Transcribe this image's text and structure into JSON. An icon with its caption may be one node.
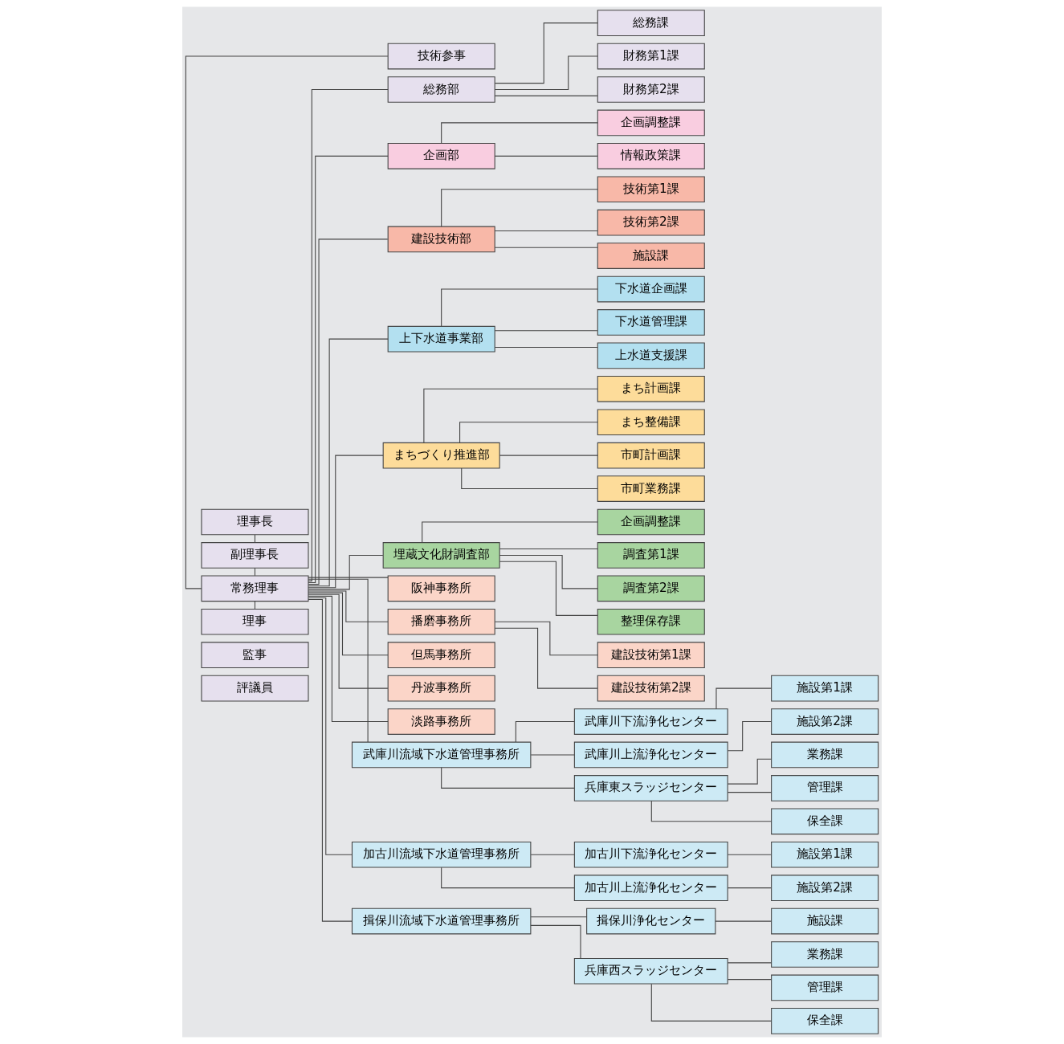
{
  "diagram": {
    "nodes": [
      {
        "text": [
          "評議員"
        ]
      },
      {
        "text": [
          "理事長"
        ]
      },
      {
        "text": [
          "副理事長"
        ]
      },
      {
        "text": [
          "常務理事"
        ]
      },
      {
        "text": [
          "理事"
        ]
      },
      {
        "text": [
          "監事"
        ]
      },
      {
        "text": [
          "技術参事"
        ]
      },
      {
        "text": [
          "総務部"
        ]
      },
      {
        "text": [
          "総務課"
        ]
      },
      {
        "text": [
          "財務第1課"
        ]
      },
      {
        "text": [
          "財務第2課"
        ]
      },
      {
        "text": [
          "企画部"
        ]
      },
      {
        "text": [
          "企画調整課"
        ]
      },
      {
        "text": [
          "情報政策課"
        ]
      },
      {
        "text": [
          "建設技術部"
        ]
      },
      {
        "text": [
          "技術第1課"
        ]
      },
      {
        "text": [
          "技術第2課"
        ]
      },
      {
        "text": [
          "施設課"
        ]
      },
      {
        "text": [
          "上下水道事業部"
        ]
      },
      {
        "text": [
          "下水道企画課"
        ]
      },
      {
        "text": [
          "下水道管理課"
        ]
      },
      {
        "text": [
          "上水道支援課"
        ]
      },
      {
        "text": [
          "まちづくり推進部"
        ]
      },
      {
        "text": [
          "まち計画課"
        ]
      },
      {
        "text": [
          "まち整備課"
        ]
      },
      {
        "text": [
          "市町計画課"
        ]
      },
      {
        "text": [
          "市町業務課"
        ]
      },
      {
        "text": [
          "埋蔵文化財調査部"
        ]
      },
      {
        "text": [
          "企画調整課"
        ]
      },
      {
        "text": [
          "調査第1課"
        ]
      },
      {
        "text": [
          "調査第2課"
        ]
      },
      {
        "text": [
          "整理保存課"
        ]
      },
      {
        "text": [
          "阪神事務所"
        ]
      },
      {
        "text": [
          "播磨事務所"
        ]
      },
      {
        "text": [
          "建設技術第1課"
        ]
      },
      {
        "text": [
          "建設技術第2課"
        ]
      },
      {
        "text": [
          "但馬事務所"
        ]
      },
      {
        "text": [
          "丹波事務所"
        ]
      },
      {
        "text": [
          "淡路事務所"
        ]
      },
      {
        "text": [
          "武庫川流域下水道管理事務所"
        ]
      },
      {
        "text": [
          "武庫川下流浄化センター"
        ]
      },
      {
        "text": [
          "施設第1課"
        ]
      },
      {
        "text": [
          "武庫川上流浄化センター"
        ]
      },
      {
        "text": [
          "施設第2課"
        ]
      },
      {
        "text": [
          "兵庫東スラッジセンター"
        ]
      },
      {
        "text": [
          "業務課"
        ]
      },
      {
        "text": [
          "管理課"
        ]
      },
      {
        "text": [
          "保全課"
        ]
      },
      {
        "text": [
          "加古川流域下水道管理事務所"
        ]
      },
      {
        "text": [
          "加古川下流浄化センター"
        ]
      },
      {
        "text": [
          "施設第1課"
        ]
      },
      {
        "text": [
          "加古川上流浄化センター"
        ]
      },
      {
        "text": [
          "施設第2課"
        ]
      },
      {
        "text": [
          "揖保川流域下水道管理事務所"
        ]
      },
      {
        "text": [
          "揖保川浄化センター"
        ]
      },
      {
        "text": [
          "施設課"
        ]
      },
      {
        "text": [
          "兵庫西スラッジセンター"
        ]
      },
      {
        "text": [
          "業務課"
        ]
      },
      {
        "text": [
          "管理課"
        ]
      },
      {
        "text": [
          "保全課"
        ]
      }
    ],
    "edges": [
      {
        "from": 1,
        "to": 2,
        "arrow": "none"
      },
      {
        "from": 2,
        "to": 3,
        "arrow": "none"
      },
      {
        "from": 3,
        "to": 4,
        "arrow": "none"
      },
      {
        "from": 3,
        "to": 6,
        "arrow": "none"
      },
      {
        "from": 3,
        "to": 7,
        "arrow": "none"
      },
      {
        "from": 3,
        "to": 11,
        "arrow": "none"
      },
      {
        "from": 3,
        "to": 14,
        "arrow": "none"
      },
      {
        "from": 3,
        "to": 18,
        "arrow": "none"
      },
      {
        "from": 3,
        "to": 22,
        "arrow": "none"
      },
      {
        "from": 3,
        "to": 27,
        "arrow": "none"
      },
      {
        "from": 3,
        "to": 32,
        "arrow": "none"
      },
      {
        "from": 3,
        "to": 33,
        "arrow": "none"
      },
      {
        "from": 3,
        "to": 36,
        "arrow": "none"
      },
      {
        "from": 3,
        "to": 37,
        "arrow": "none"
      },
      {
        "from": 3,
        "to": 38,
        "arrow": "none"
      },
      {
        "from": 3,
        "to": 39,
        "arrow": "none"
      },
      {
        "from": 3,
        "to": 48,
        "arrow": "none"
      },
      {
        "from": 3,
        "to": 53,
        "arrow": "none"
      },
      {
        "from": 7,
        "to": 8,
        "arrow": "none"
      },
      {
        "from": 7,
        "to": 9,
        "arrow": "none"
      },
      {
        "from": 7,
        "to": 10,
        "arrow": "none"
      },
      {
        "from": 11,
        "to": 12,
        "arrow": "none"
      },
      {
        "from": 11,
        "to": 13,
        "arrow": "none"
      },
      {
        "from": 14,
        "to": 15,
        "arrow": "none"
      },
      {
        "from": 14,
        "to": 16,
        "arrow": "none"
      },
      {
        "from": 14,
        "to": 17,
        "arrow": "none"
      },
      {
        "from": 18,
        "to": 19,
        "arrow": "none"
      },
      {
        "from": 18,
        "to": 20,
        "arrow": "none"
      },
      {
        "from": 18,
        "to": 21,
        "arrow": "none"
      },
      {
        "from": 22,
        "to": 23,
        "arrow": "none"
      },
      {
        "from": 22,
        "to": 24,
        "arrow": "none"
      },
      {
        "from": 22,
        "to": 25,
        "arrow": "none"
      },
      {
        "from": 22,
        "to": 26,
        "arrow": "none"
      },
      {
        "from": 27,
        "to": 28,
        "arrow": "none"
      },
      {
        "from": 27,
        "to": 29,
        "arrow": "none"
      },
      {
        "from": 27,
        "to": 30,
        "arrow": "none"
      },
      {
        "from": 27,
        "to": 31,
        "arrow": "none"
      },
      {
        "from": 33,
        "to": 34,
        "arrow": "none"
      },
      {
        "from": 33,
        "to": 35,
        "arrow": "none"
      },
      {
        "from": 39,
        "to": 40,
        "arrow": "none"
      },
      {
        "from": 39,
        "to": 42,
        "arrow": "none"
      },
      {
        "from": 39,
        "to": 44,
        "arrow": "none"
      },
      {
        "from": 40,
        "to": 41,
        "arrow": "none"
      },
      {
        "from": 42,
        "to": 43,
        "arrow": "none"
      },
      {
        "from": 44,
        "to": 45,
        "arrow": "none"
      },
      {
        "from": 44,
        "to": 46,
        "arrow": "none"
      },
      {
        "from": 44,
        "to": 47,
        "arrow": "none"
      },
      {
        "from": 48,
        "to": 49,
        "arrow": "none"
      },
      {
        "from": 48,
        "to": 51,
        "arrow": "none"
      },
      {
        "from": 49,
        "to": 50,
        "arrow": "none"
      },
      {
        "from": 51,
        "to": 52,
        "arrow": "none"
      },
      {
        "from": 53,
        "to": 54,
        "arrow": "none"
      },
      {
        "from": 53,
        "to": 56,
        "arrow": "none"
      },
      {
        "from": 54,
        "to": 55,
        "arrow": "none"
      },
      {
        "from": 56,
        "to": 57,
        "arrow": "none"
      },
      {
        "from": 56,
        "to": 58,
        "arrow": "none"
      },
      {
        "from": 56,
        "to": 59,
        "arrow": "none"
      }
    ]
  }
}
